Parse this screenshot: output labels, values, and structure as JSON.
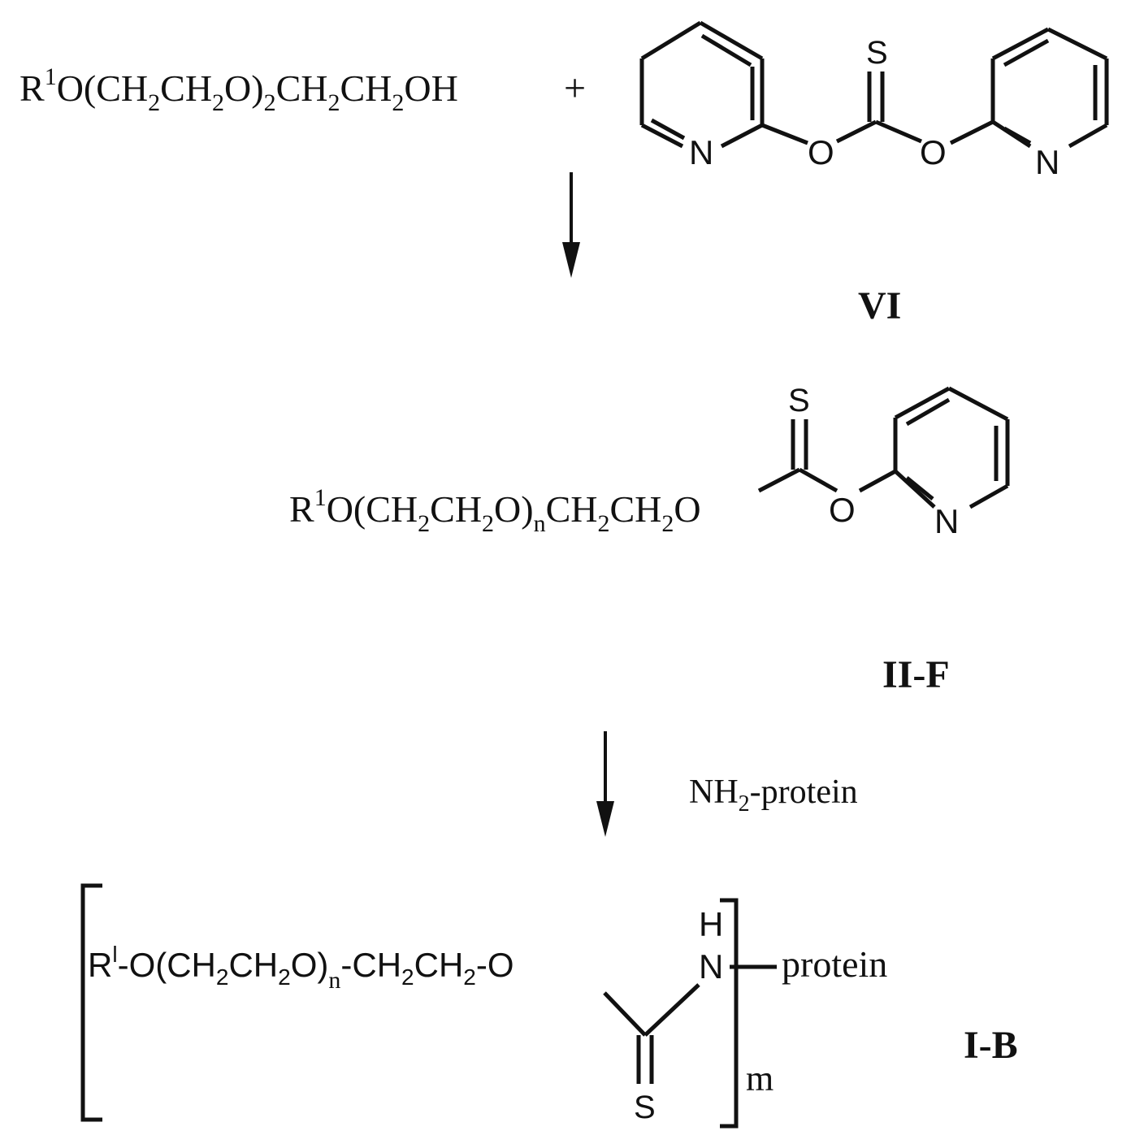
{
  "reactant": {
    "part1": "R",
    "sup1": "1",
    "part2": "O(CH",
    "sub1": "2",
    "part3": "CH",
    "sub2": "2",
    "part4": "O)",
    "sub3": "2",
    "part5": "CH",
    "sub4": "2",
    "part6": "CH",
    "sub5": "2",
    "part7": "OH"
  },
  "plus": "+",
  "reagent_vi": {
    "atom_s": "S",
    "atom_o1": "O",
    "atom_o2": "O",
    "atom_n1": "N",
    "atom_n2": "N",
    "label": "VI"
  },
  "intermediate": {
    "part1": "R",
    "sup1": "1",
    "part2": "O(CH",
    "sub1": "2",
    "part3": "CH",
    "sub2": "2",
    "part4": "O)",
    "sub3": "n",
    "part5": "CH",
    "sub4": "2",
    "part6": "CH",
    "sub5": "2",
    "part7": "O",
    "atom_s": "S",
    "atom_o": "O",
    "atom_n": "N",
    "label": "II-F"
  },
  "reagent_step2": {
    "part1": "NH",
    "sub1": "2",
    "part2": "-protein"
  },
  "product": {
    "part1": "R",
    "sup1": "l",
    "part2": "-O(CH",
    "sub1": "2",
    "part3": "CH",
    "sub2": "2",
    "part4": "O)",
    "sub3": "n",
    "part5": "-CH",
    "sub4": "2",
    "part6": "CH",
    "sub5": "2",
    "part7": "-O",
    "atom_h": "H",
    "atom_n": "N",
    "atom_s": "S",
    "protein": "protein",
    "sub_m": "m",
    "label": "I-B"
  }
}
